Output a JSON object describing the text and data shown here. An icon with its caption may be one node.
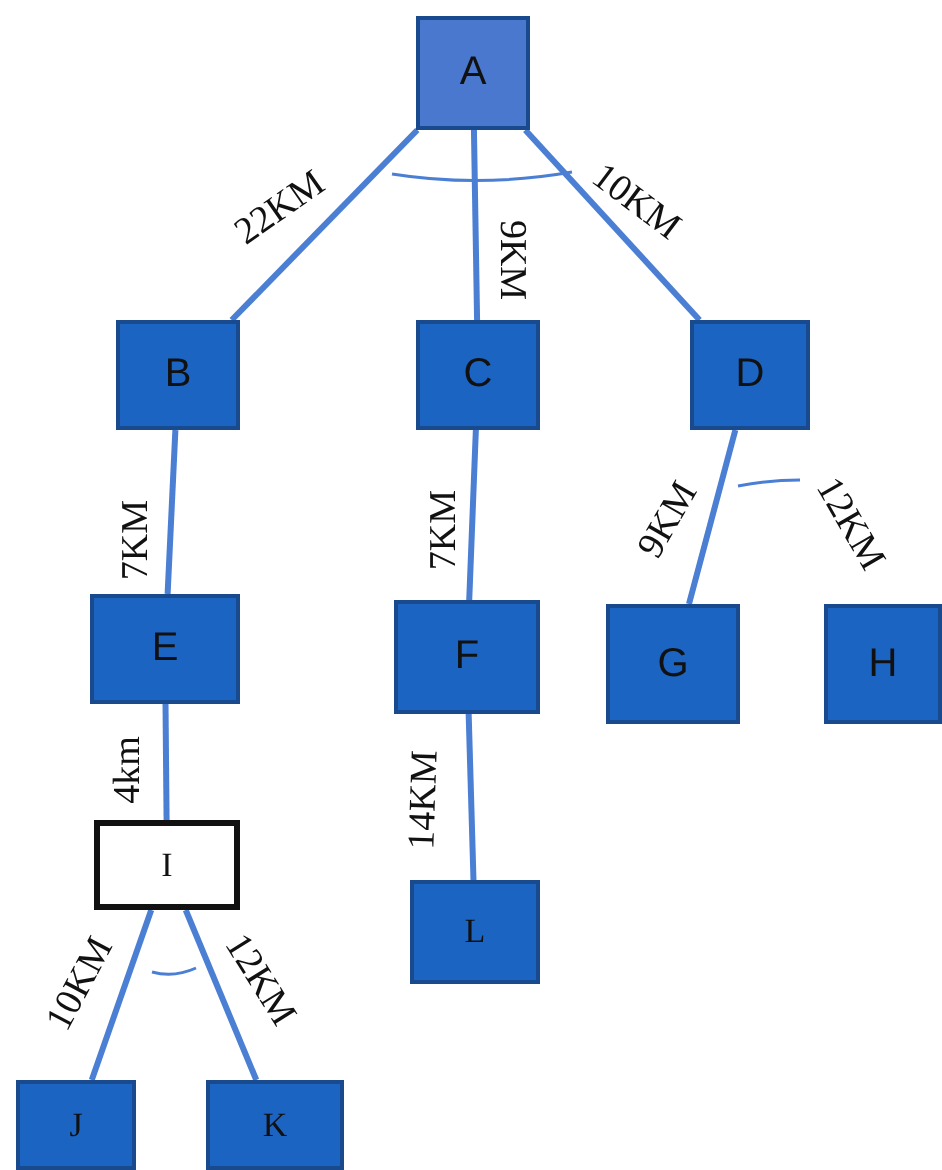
{
  "diagram": {
    "nodes": [
      {
        "text": [
          "A"
        ]
      },
      {
        "text": [
          "B"
        ]
      },
      {
        "text": [
          "C"
        ]
      },
      {
        "text": [
          "D"
        ]
      },
      {
        "text": [
          "E"
        ]
      },
      {
        "text": [
          "F"
        ]
      },
      {
        "text": [
          "G"
        ]
      },
      {
        "text": [
          "H"
        ]
      },
      {
        "text": [
          "I"
        ]
      },
      {
        "text": [
          "J"
        ]
      },
      {
        "text": [
          "K"
        ]
      },
      {
        "text": [
          "L"
        ]
      }
    ],
    "edges": [
      {
        "from": 0,
        "to": 1,
        "arrow": "none",
        "label": "22KM"
      },
      {
        "from": 0,
        "to": 2,
        "arrow": "none",
        "label": "9KM"
      },
      {
        "from": 0,
        "to": 3,
        "arrow": "none",
        "label": "10KM"
      },
      {
        "from": 1,
        "to": 4,
        "arrow": "none",
        "label": "7KM"
      },
      {
        "from": 2,
        "to": 5,
        "arrow": "none",
        "label": "7KM"
      },
      {
        "from": 3,
        "to": 6,
        "arrow": "none",
        "label": "9KM"
      },
      {
        "from": 4,
        "to": 8,
        "arrow": "none",
        "label": "4km"
      },
      {
        "from": 5,
        "to": 11,
        "arrow": "none",
        "label": "14KM"
      },
      {
        "from": 8,
        "to": 9,
        "arrow": "none",
        "label": "10KM"
      },
      {
        "from": 8,
        "to": 10,
        "arrow": "none",
        "label": "12KM"
      }
    ],
    "labels": [
      "12KM"
    ]
  }
}
